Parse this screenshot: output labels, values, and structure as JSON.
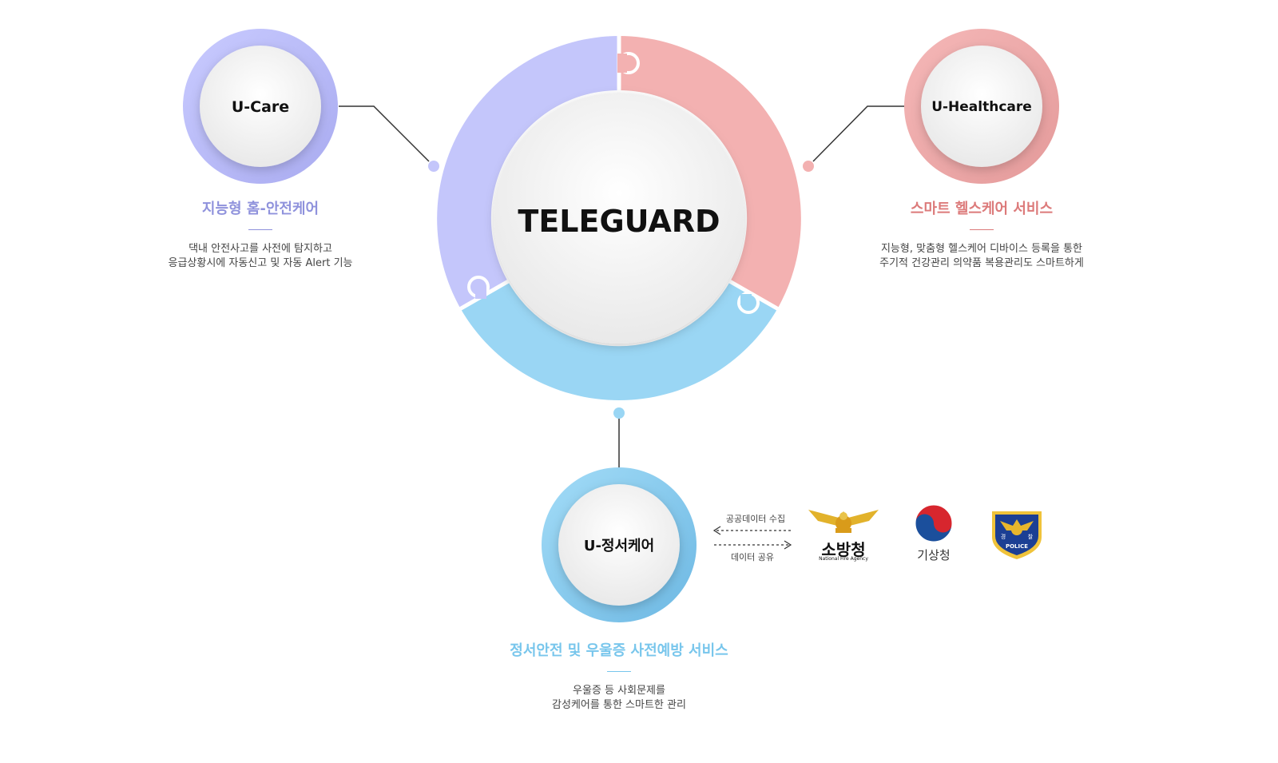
{
  "center": {
    "title": "TELEGUARD"
  },
  "colors": {
    "purple": "#c4c6fb",
    "pink": "#f3b1b1",
    "blue": "#9ad6f4",
    "purple_text": "#8f92dc",
    "pink_text": "#dc7a7a",
    "blue_text": "#78c6ec"
  },
  "nodes": {
    "ucare": {
      "label": "U-Care",
      "title": "지능형 홈-안전케어",
      "desc": [
        "댁내 안전사고를 사전에 탐지하고",
        "응급상황시에 자동신고 및 자동 Alert 기능"
      ]
    },
    "uhealth": {
      "label": "U-Healthcare",
      "title": "스마트 헬스케어 서비스",
      "desc": [
        "지능형, 맞춤형 헬스케어 디바이스 등록을 통한",
        "주기적 건강관리 의약품 복용관리도 스마트하게"
      ]
    },
    "uemotion": {
      "label": "U-정서케어",
      "title": "정서안전 및 우울증 사전예방 서비스",
      "desc": [
        "우울증 등 사회문제를",
        "감성케어를 통한 스마트한 관리"
      ]
    }
  },
  "data_flow": {
    "collect": "공공데이터 수집",
    "share": "데이터 공유"
  },
  "orgs": {
    "fire": {
      "name": "소방청",
      "sub": "National Fire Agency"
    },
    "weather": {
      "name": "기상청"
    },
    "police": {
      "chars": [
        "경",
        "찰"
      ],
      "badge": "POLICE"
    }
  }
}
